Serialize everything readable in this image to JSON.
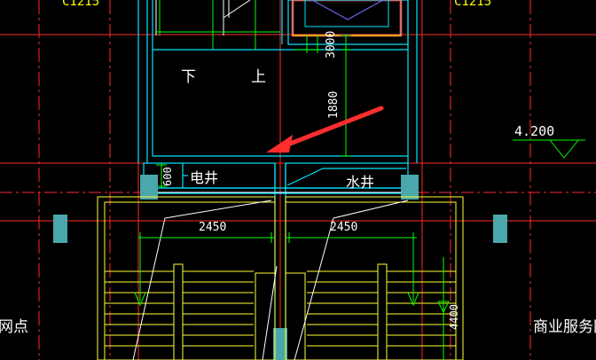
{
  "window_codes": {
    "left": "C1215",
    "right": "C1215"
  },
  "stair_labels": {
    "down": "下",
    "up": "上"
  },
  "dimensions": {
    "d3000": "3000",
    "d1880": "1880",
    "d600": "600",
    "left_2450": "2450",
    "right_2450": "2450",
    "d4400": "4400"
  },
  "rooms": {
    "electric_shaft": "电井",
    "water_shaft": "水井"
  },
  "elevation": "4.200",
  "room_names": {
    "left": "网点",
    "right": "商业服务网"
  },
  "colors": {
    "background": "#000000",
    "axis": "#ff0000",
    "wall": "#00ffff",
    "dimension": "#00ff00",
    "stair": "#ffff00",
    "text": "#ffffff",
    "column": "#4fb3b8",
    "arrow": "#ff3b3b"
  }
}
